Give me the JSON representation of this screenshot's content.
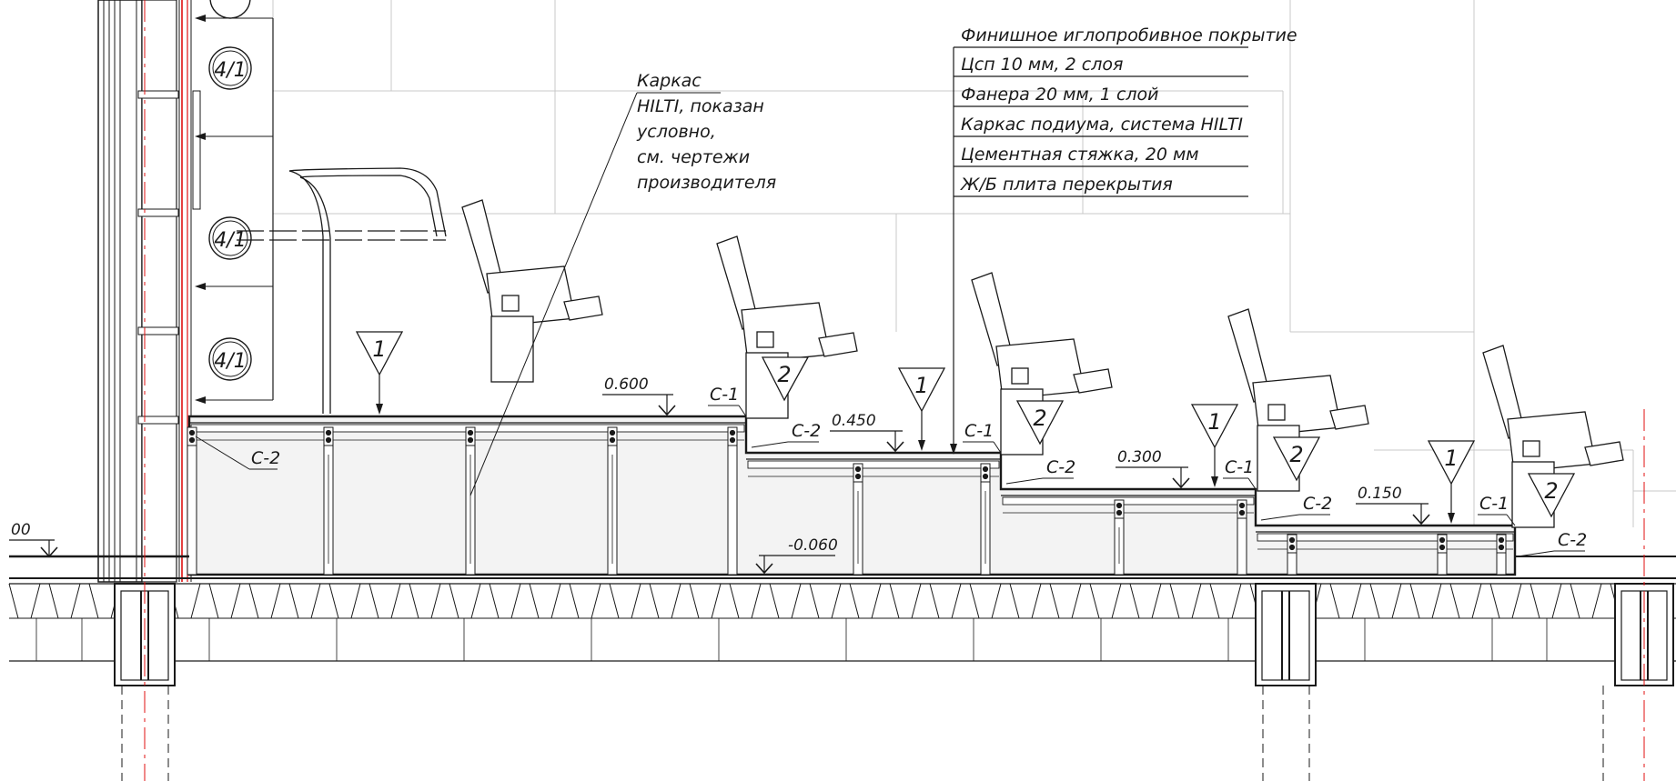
{
  "layers_legend": {
    "rows": [
      "Финишное иглопробивное покрытие",
      "Цсп 10 мм, 2 слоя",
      "Фанера 20 мм, 1 слой",
      "Каркас подиума, система HILTI",
      "Цементная стяжка, 20 мм",
      "Ж/Б плита перекрытия"
    ]
  },
  "frame_note": {
    "lines": [
      "Каркас",
      "HILTI, показан",
      "условно,",
      "см. чертежи",
      "производителя"
    ]
  },
  "elevations": {
    "tier1": "0.600",
    "tier2": "0.450",
    "tier3": "0.300",
    "tier4": "0.150",
    "floor": "-0.060",
    "left_partial": "00"
  },
  "markers": {
    "type1": "1",
    "type2": "2",
    "wall_callout": "4/1",
    "edge_c1": "С-1",
    "edge_c2": "С-2"
  },
  "colors": {
    "line": "#1a1a1a",
    "fill_light": "#f3f3f3",
    "accent_red": "#e01010",
    "background": "#ffffff"
  }
}
